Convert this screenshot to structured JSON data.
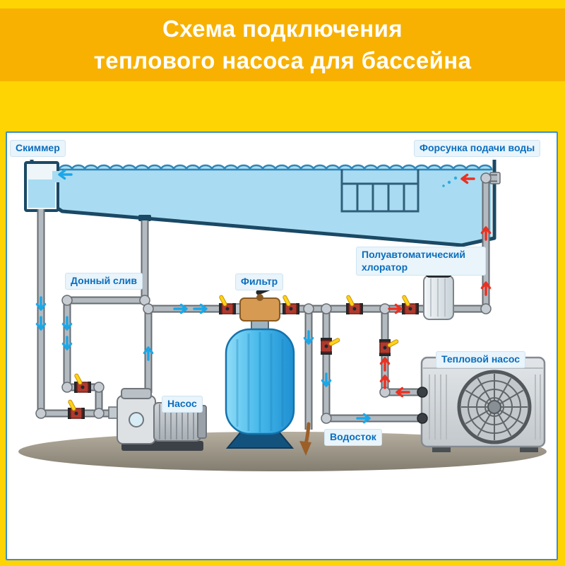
{
  "title": {
    "line1": "Схема подключения",
    "line2": "теплового насоса для бассейна"
  },
  "labels": {
    "skimmer": "Скиммер",
    "nozzle": "Форсунка подачи воды",
    "bottom_drain": "Донный слив",
    "filter": "Фильтр",
    "chlorinator": "Полуавтоматический хлоратор",
    "pump": "Насос",
    "heat_pump": "Тепловой насос",
    "drain": "Водосток"
  },
  "colors": {
    "background": "#FFD403",
    "banner": "#F8B101",
    "panel_border": "#3F8ECB",
    "label_text": "#0A6EBD",
    "pool_water": "#A9DCF2",
    "pool_outline": "#1B4965",
    "pipe_gray": "#B3BAC0",
    "cold_flow_arrow": "#1BA7E8",
    "warm_flow_arrow": "#E93223",
    "valve_handle": "#FFD21A",
    "filter_tank": "#45B8EA",
    "ground": "#837D70",
    "drain_arrow": "#9C5F28"
  }
}
